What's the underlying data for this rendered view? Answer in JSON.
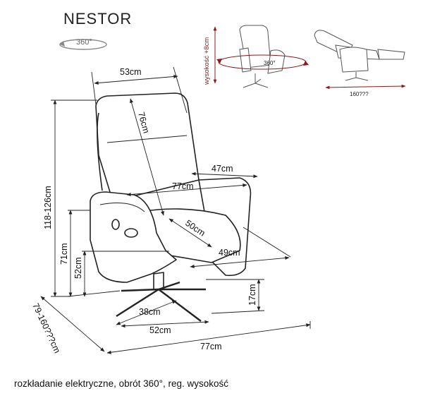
{
  "title": "NESTOR",
  "rotation_label": "360°",
  "caption": "rozkładanie elektryczne, obrót 360°, reg. wysokość",
  "dimensions": {
    "back_width": "53cm",
    "back_height": "76cm",
    "seat_depth_top": "47cm",
    "arm_span": "77cm",
    "seat_inner": "50cm",
    "seat_width": "49cm",
    "total_height": "118-126cm",
    "arm_height": "71cm",
    "seat_height": "52cm",
    "base_height": "17cm",
    "base_depth": "38cm",
    "base_width": "52cm",
    "total_width": "77cm",
    "total_depth": "79-160???cm"
  },
  "inset": {
    "height_adjust": "wysokość +8cm",
    "rotation": "360°",
    "recline": "160???"
  },
  "colors": {
    "line": "#222222",
    "red": "#8b1a1a",
    "chair": "#ffffff"
  }
}
